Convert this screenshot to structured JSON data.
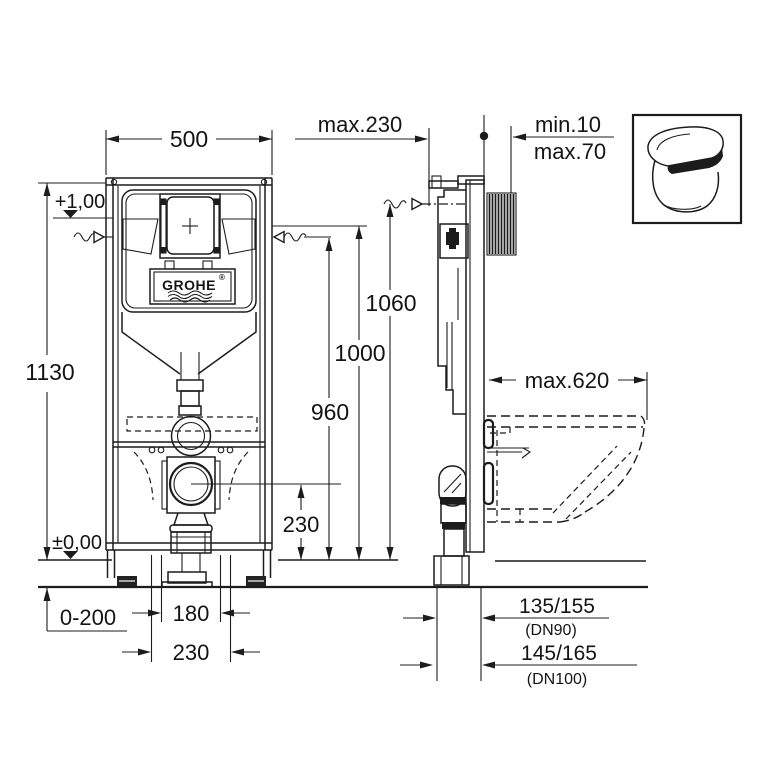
{
  "drawing": {
    "brand": {
      "name": "GROHE",
      "registered": "®"
    },
    "front_view": {
      "width": "500",
      "height": "1130",
      "level_top": "+1,00",
      "level_floor": "±0,00",
      "foot_adjustment": "0-200",
      "fixing_spacing_inner": "180",
      "fixing_spacing_outer": "230"
    },
    "side_view": {
      "top_depth": "max.230",
      "wall_finish_min": "min.10",
      "wall_finish_max": "max.70",
      "height_flush_center": "1060",
      "height_bracket": "1000",
      "height_anchor": "960",
      "height_outlet": "230",
      "bowl_depth": "max.620",
      "outlet_offset_dn90": "135/155",
      "outlet_dn90": "(DN90)",
      "outlet_offset_dn100": "145/165",
      "outlet_dn100": "(DN100)"
    },
    "colors": {
      "line": "#1c1c1c",
      "background": "#ffffff"
    }
  }
}
